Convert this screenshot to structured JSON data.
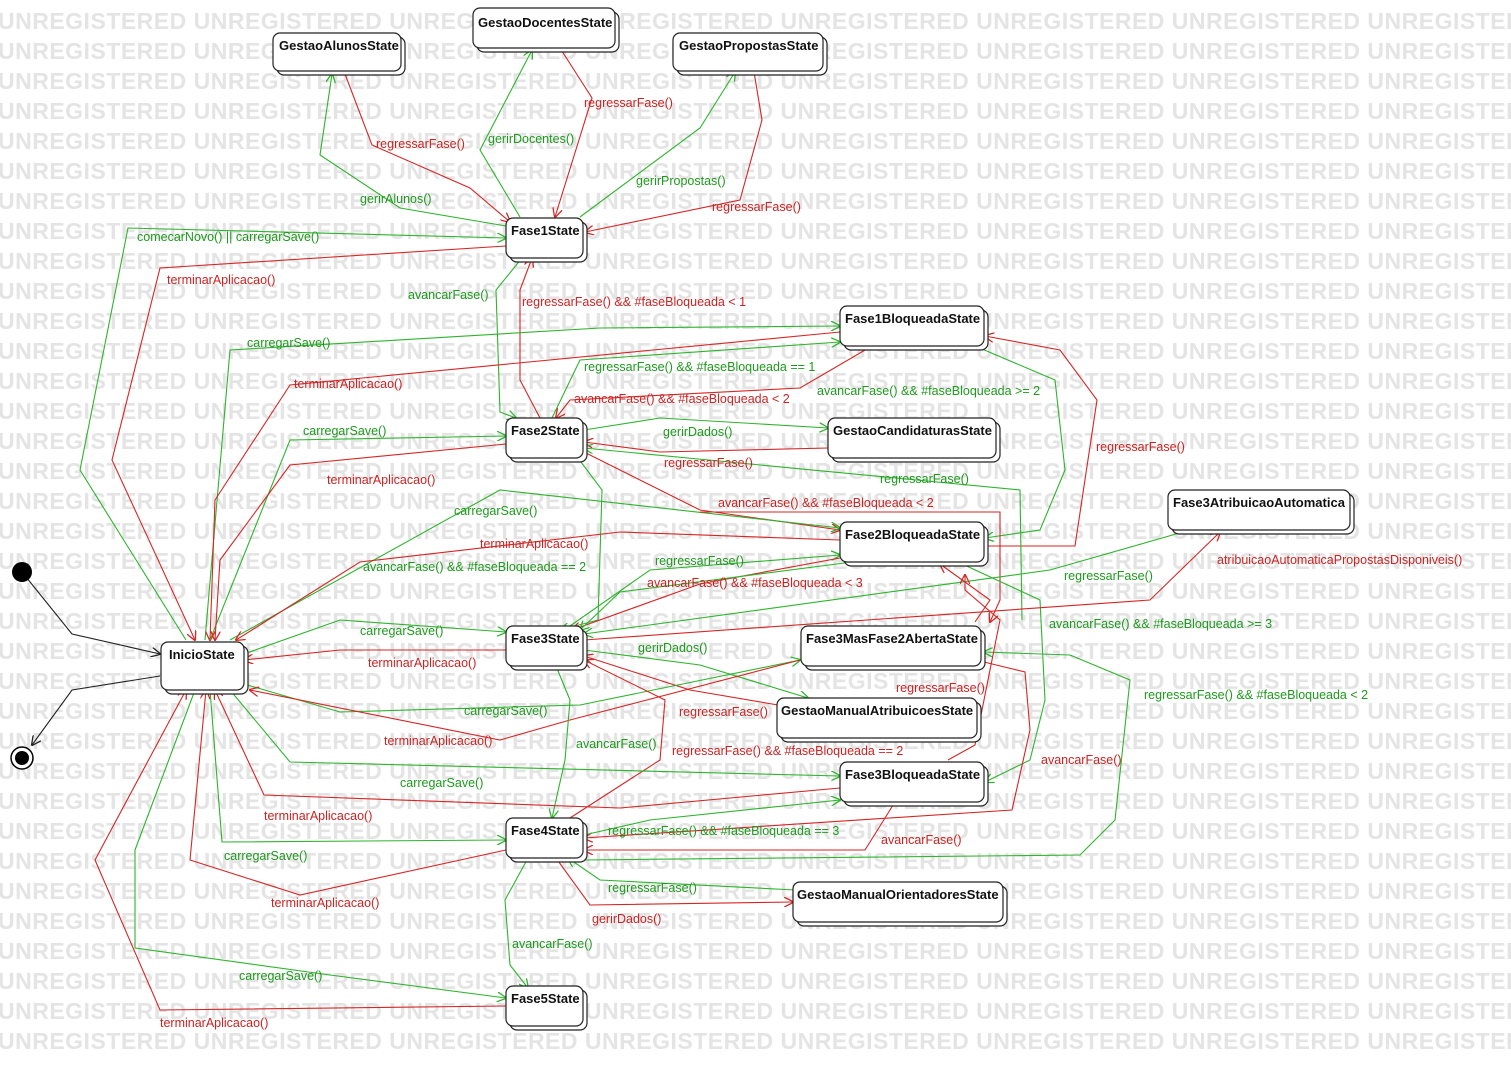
{
  "watermark": "UNREGISTERED",
  "states": {
    "gestao_alunos": "GestaoAlunosState",
    "gestao_docentes": "GestaoDocentesState",
    "gestao_propostas": "GestaoPropostasState",
    "fase1": "Fase1State",
    "fase1_bloqueada": "Fase1BloqueadaState",
    "fase2": "Fase2State",
    "gestao_candidaturas": "GestaoCandidaturasState",
    "fase2_bloqueada": "Fase2BloqueadaState",
    "fase3_atribuicao_automatica": "Fase3AtribuicaoAutomatica",
    "inicio": "InicioState",
    "fase3": "Fase3State",
    "fase3_mas_fase2_aberta": "Fase3MasFase2AbertaState",
    "gestao_manual_atribuicoes": "GestaoManualAtribuicoesState",
    "fase3_bloqueada": "Fase3BloqueadaState",
    "fase4": "Fase4State",
    "gestao_manual_orientadores": "GestaoManualOrientadoresState",
    "fase5": "Fase5State"
  },
  "labels": {
    "regressar_fase_docentes": "regressarFase()",
    "regressar_fase_alunos": "regressarFase()",
    "gerir_docentes": "gerirDocentes()",
    "gerir_alunos": "gerirAlunos()",
    "gerir_propostas": "gerirPropostas()",
    "regressar_fase_propostas": "regressarFase()",
    "comecar_novo": "comecarNovo() || carregarSave()",
    "terminar_fase1": "terminarAplicacao()",
    "avancar_fase1": "avancarFase()",
    "regressar_fase_bloq_lt1": "regressarFase() && #faseBloqueada < 1",
    "carregar_save_fase1bloq": "carregarSave()",
    "terminar_fase1bloq": "terminarAplicacao()",
    "regressar_fase_bloq_eq1": "regressarFase() && #faseBloqueada == 1",
    "avancar_fase_bloq_lt2": "avancarFase() && #faseBloqueada  < 2",
    "avancar_fase_bloq_ge2": "avancarFase() && #faseBloqueada  >= 2",
    "carregar_save_fase2": "carregarSave()",
    "gerir_dados_fase2": "gerirDados()",
    "regressar_fase_candidaturas": "regressarFase()",
    "regressar_fase_fase1bloq_to_fase2bloq": "regressarFase()",
    "terminar_fase2": "terminarAplicacao()",
    "regressar_fase_fase3_to_fase2": "regressarFase()",
    "carregar_save_fase2bloq": "carregarSave()",
    "avancar_fase_bloq_lt2_b": "avancarFase() && #faseBloqueada  < 2",
    "terminar_fase2bloq": "terminarAplicacao()",
    "avancar_fase_bloq_eq2": "avancarFase() && #faseBloqueada  == 2",
    "regressar_fase_fase3_to_fase2bloq": "regressarFase()",
    "avancar_fase_bloq_lt3": "avancarFase() && #faseBloqueada  < 3",
    "regressar_fase_auto": "regressarFase()",
    "atribuicao_automatica": "atribuicaoAutomaticaPropostasDisponiveis()",
    "avancar_fase_bloq_ge3": "avancarFase() && #faseBloqueada  >= 3",
    "carregar_save_fase3": "carregarSave()",
    "terminar_fase3": "terminarAplicacao()",
    "gerir_dados_fase3": "gerirDados()",
    "regressar_fase_f3mas": "regressarFase()",
    "regressar_fase_bloq_lt2": "regressarFase() && #faseBloqueada < 2",
    "carregar_save_f3mas": "carregarSave()",
    "regressar_fase_gma": "regressarFase()",
    "terminar_f3mas": "terminarAplicacao()",
    "avancar_fase_fase3": "avancarFase()",
    "regressar_fase_bloq_eq2": "regressarFase() && #faseBloqueada == 2",
    "avancar_fase_f3mas": "avancarFase()",
    "carregar_save_fase3bloq": "carregarSave()",
    "terminar_fase3bloq": "terminarAplicacao()",
    "regressar_fase_bloq_eq3": "regressarFase() && #faseBloqueada == 3",
    "avancar_fase_fase3bloq": "avancarFase()",
    "carregar_save_fase4": "carregarSave()",
    "regressar_fase_gmo": "regressarFase()",
    "terminar_fase4": "terminarAplicacao()",
    "gerir_dados_fase4": "gerirDados()",
    "avancar_fase_fase4": "avancarFase()",
    "carregar_save_fase5": "carregarSave()",
    "terminar_fase5": "terminarAplicacao()"
  },
  "colors": {
    "green": "#2db42d",
    "red": "#d62525",
    "watermark": "#e4e4e4"
  }
}
